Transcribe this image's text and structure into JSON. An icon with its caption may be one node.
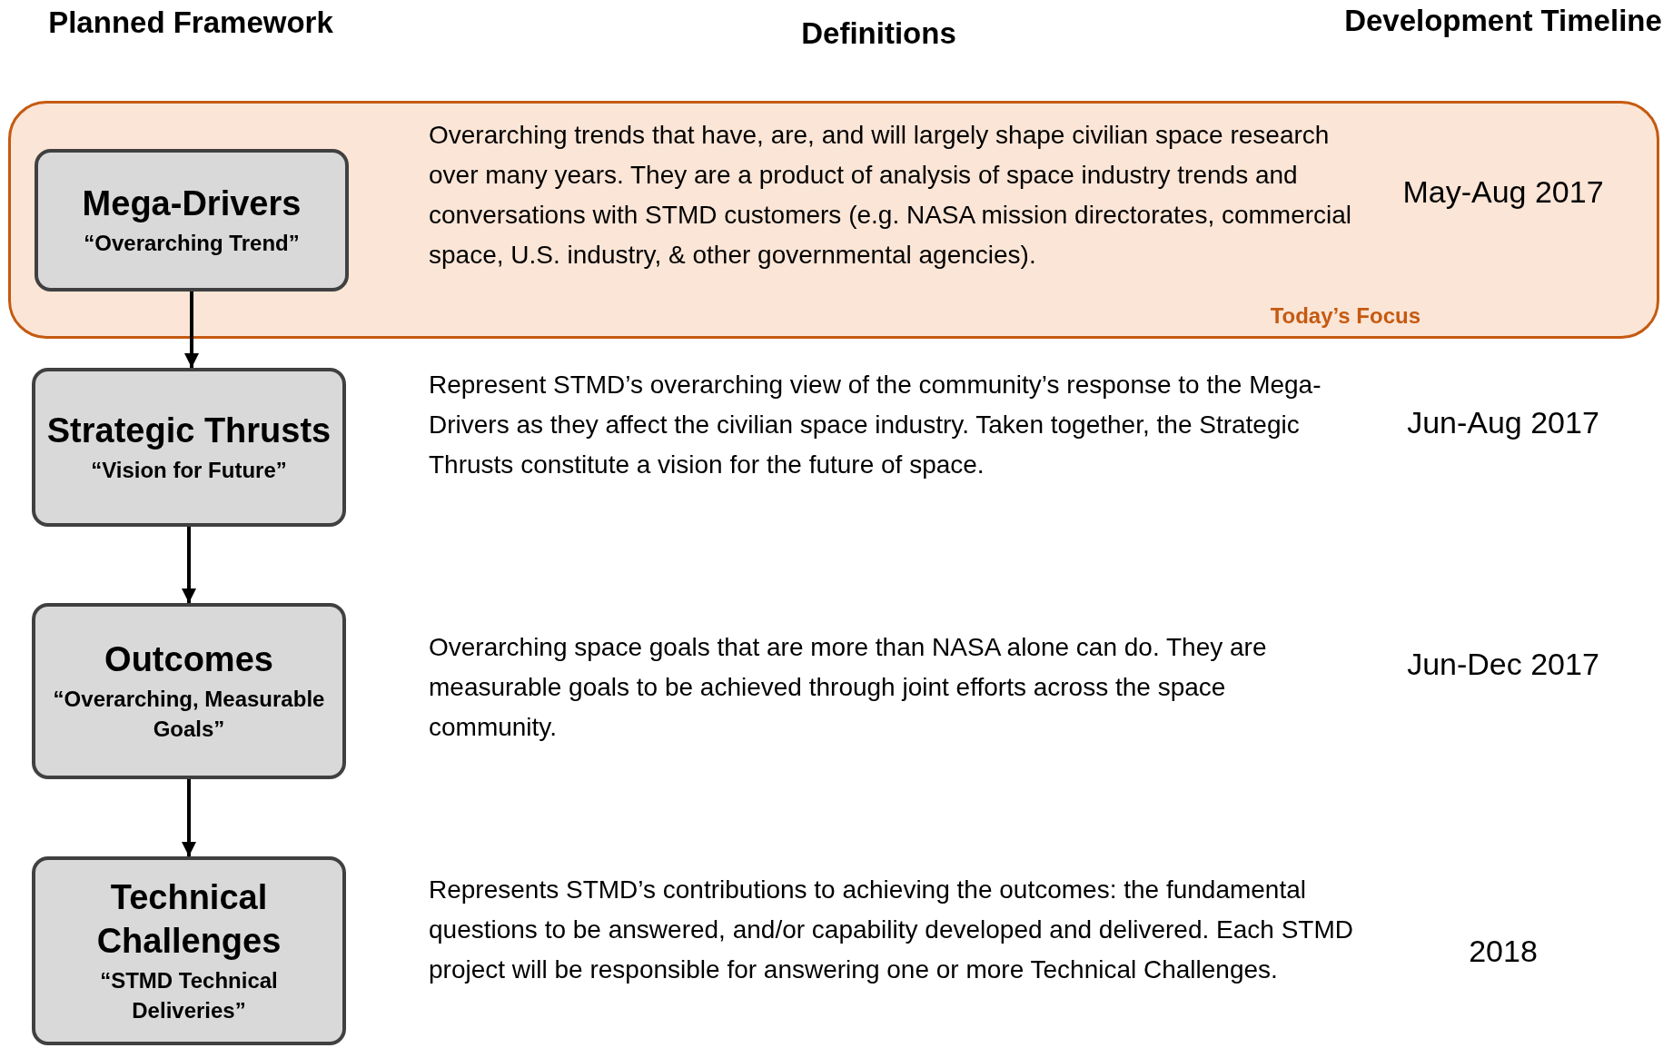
{
  "diagram": {
    "nodes": [
      {
        "text": [
          "Today’s Focus"
        ]
      },
      {
        "text": [
          "Mega-Drivers",
          "“Overarching Trend”"
        ],
        "in": 0
      },
      {
        "text": [
          "Strategic Thrusts",
          "“Vision for Future”"
        ]
      },
      {
        "text": [
          "Outcomes",
          "“Overarching, Measurable Goals”"
        ]
      },
      {
        "text": [
          "Technical Challenges",
          "“STMD Technical Deliveries”"
        ]
      }
    ],
    "edges": [
      {
        "from": 1,
        "to": 2,
        "arrow": "to"
      },
      {
        "from": 2,
        "to": 3,
        "arrow": "to"
      },
      {
        "from": 3,
        "to": 4,
        "arrow": "to"
      }
    ],
    "labels": [
      "Planned Framework",
      "Definitions",
      "Development Timeline",
      "Overarching trends that have, are, and will largely shape civilian space research over many years.  They are a product of analysis of space industry trends and conversations with STMD customers (e.g. NASA mission directorates, commercial space, U.S. industry, & other governmental agencies).",
      "May-Aug 2017",
      "Represent STMD’s overarching view of the community’s response to the Mega-Drivers as they affect the civilian space industry.  Taken together, the Strategic Thrusts constitute a vision for the future of space.",
      "Jun-Aug 2017",
      "Overarching space goals that are more than NASA alone can do. They are measurable goals to be achieved through joint efforts across the space community.",
      "Jun-Dec 2017",
      "Represents STMD’s contributions to achieving the outcomes: the fundamental questions to be answered, and/or capability developed and delivered.  Each STMD project will be responsible for answering one or more Technical Challenges.",
      "2018"
    ]
  }
}
